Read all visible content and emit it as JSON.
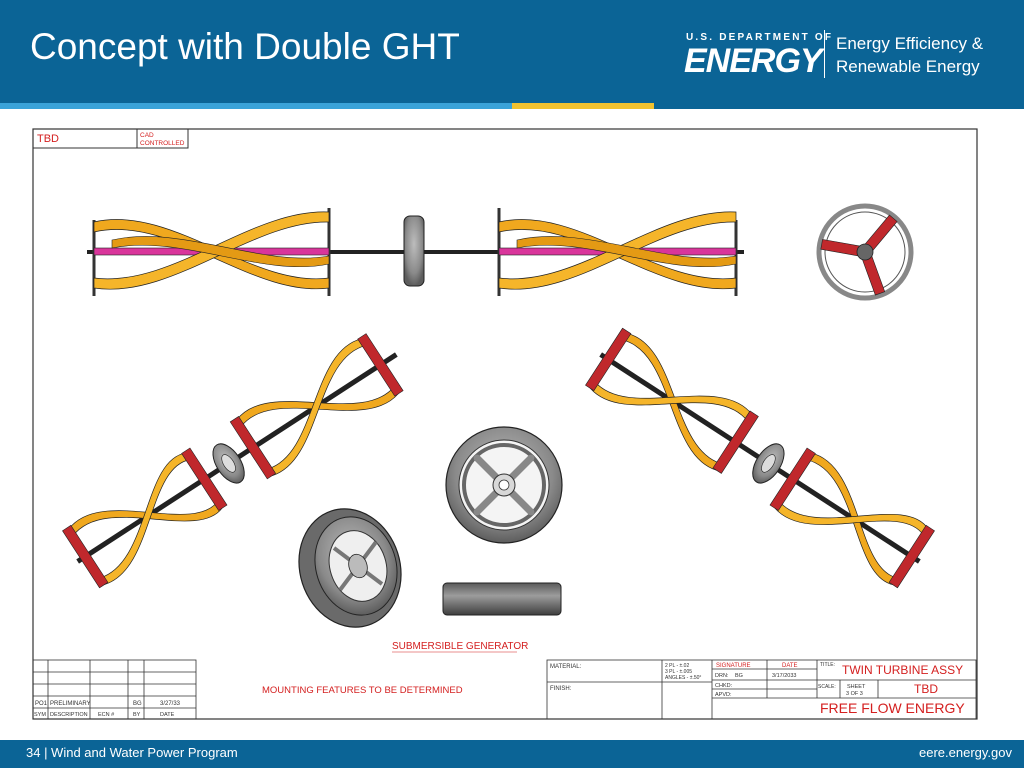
{
  "slide": {
    "title": "Concept with Double GHT"
  },
  "logo": {
    "dept_line": "U.S. DEPARTMENT OF",
    "brand": "ENERGY",
    "office_line1": "Energy Efficiency &",
    "office_line2": "Renewable Energy"
  },
  "footer": {
    "left": "34 | Wind and Water Power Program",
    "right": "eere.energy.gov"
  },
  "colors": {
    "header": "#0b6496",
    "stripe_blue": "#3aa3d9",
    "stripe_yellow": "#f2c230",
    "blade": "#f0a81e",
    "cap": "#c0282c",
    "shaft_core": "#d9359b",
    "drawing_red": "#d42020"
  },
  "drawing": {
    "corner_left": "TBD",
    "corner_right_line1": "CAD",
    "corner_right_line2": "CONTROLLED",
    "label_generator": "SUBMERSIBLE GENERATOR",
    "label_mounting": "MOUNTING FEATURES TO BE DETERMINED",
    "rev_row": [
      "PO1",
      "PRELIMINARY",
      "BG",
      "3/27/33"
    ],
    "rev_header": [
      "SYM",
      "DESCRIPTION",
      "ECN #",
      "BY",
      "DATE"
    ],
    "material_label": "MATERIAL:",
    "finish_label": "FINISH:",
    "tolerance_lines": [
      "2 PL - ±.02",
      "3 PL - ±.005",
      "ANGLES - ±.50°"
    ],
    "signature_label": "SIGNATURE",
    "date_label": "DATE",
    "drawn_label": "DRN:",
    "drawn_by": "BG",
    "drawn_date": "3/17/2033",
    "checked_label": "CHKD:",
    "approved_label": "APVD:",
    "title_label": "TITLE:",
    "title_value": "TWIN TURBINE ASSY",
    "scale_label": "SCALE:",
    "sheet_label": "SHEET",
    "sheet_value": "3 OF 3",
    "scale_value": "TBD",
    "company": "FREE FLOW ENERGY"
  }
}
